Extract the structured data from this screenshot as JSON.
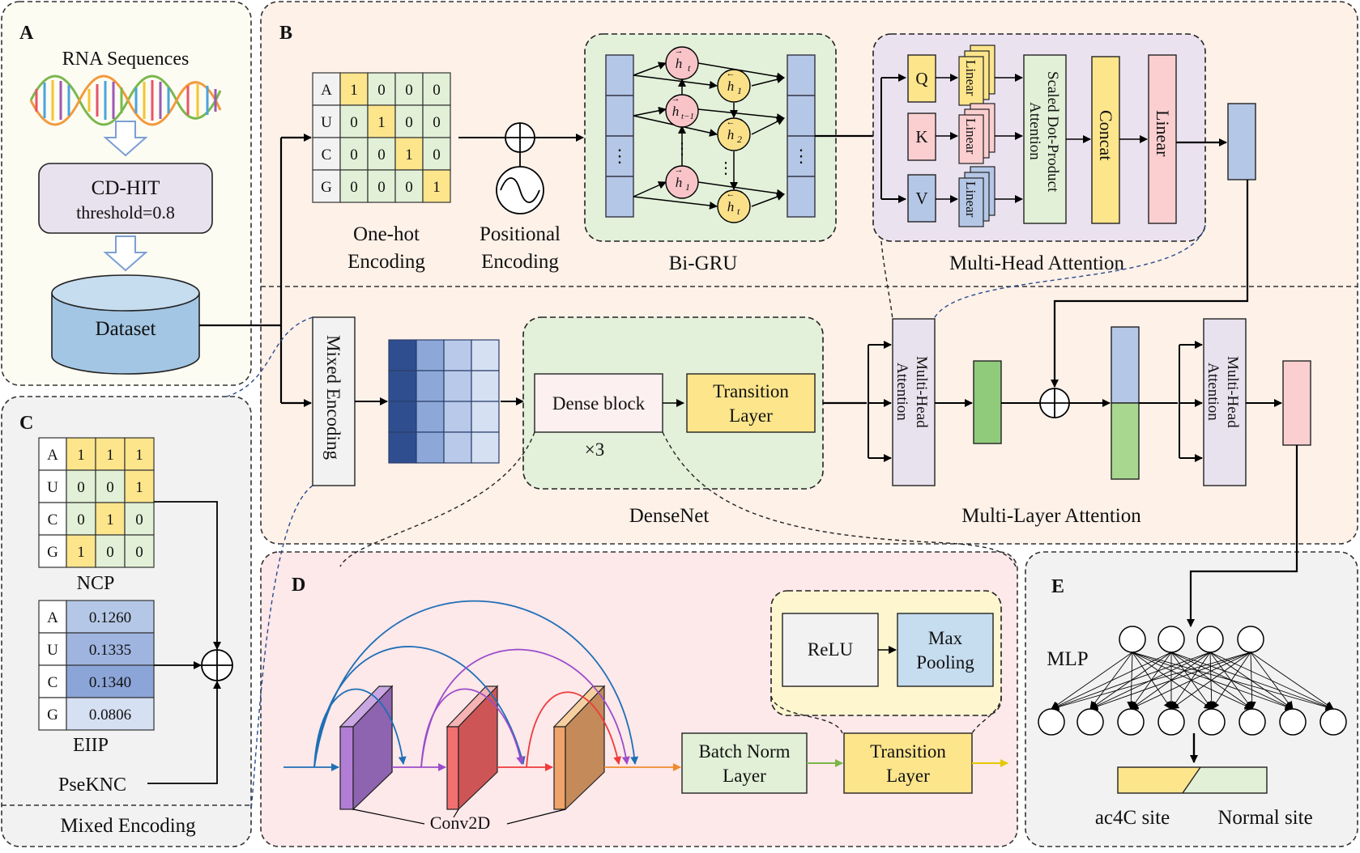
{
  "panels": {
    "a": {
      "letter": "A",
      "rna_title": "RNA Sequences",
      "cdhit_title": "CD-HIT",
      "cdhit_threshold": "threshold=0.8",
      "dataset": "Dataset"
    },
    "b": {
      "letter": "B",
      "onehot_label1": "One-hot",
      "onehot_label2": "Encoding",
      "positional_label1": "Positional",
      "positional_label2": "Encoding",
      "bigru_label": "Bi-GRU",
      "mha_label": "Multi-Head Attention",
      "mixed_encoding_box": "Mixed Encoding",
      "dense_block": "Dense block",
      "times3": "×3",
      "transition_layer1": "Transition",
      "transition_layer2": "Layer",
      "densenet_label": "DenseNet",
      "mla_label": "Multi-Layer Attention",
      "mha_box1": "Multi-Head",
      "mha_box2": "Attention",
      "q": "Q",
      "k": "K",
      "v": "V",
      "linear": "Linear",
      "sdpa1": "Scaled Dot-Product",
      "sdpa2": "Attention",
      "concat": "Concat"
    },
    "c": {
      "letter": "C",
      "ncp": "NCP",
      "eiip": "EIIP",
      "pseknc": "PseKNC",
      "footer": "Mixed Encoding"
    },
    "d": {
      "letter": "D",
      "relu": "ReLU",
      "maxpool1": "Max",
      "maxpool2": "Pooling",
      "batchnorm1": "Batch Norm",
      "batchnorm2": "Layer",
      "transition1": "Transition",
      "transition2": "Layer",
      "conv2d": "Conv2D"
    },
    "e": {
      "letter": "E",
      "mlp": "MLP",
      "ac4c": "ac4C site",
      "normal": "Normal site"
    }
  },
  "onehot": {
    "rows": [
      "A",
      "U",
      "C",
      "G"
    ],
    "values": [
      [
        "1",
        "0",
        "0",
        "0"
      ],
      [
        "0",
        "1",
        "0",
        "0"
      ],
      [
        "0",
        "0",
        "1",
        "0"
      ],
      [
        "0",
        "0",
        "0",
        "1"
      ]
    ]
  },
  "ncp": {
    "rows": [
      "A",
      "U",
      "C",
      "G"
    ],
    "values": [
      [
        "1",
        "1",
        "1"
      ],
      [
        "0",
        "0",
        "1"
      ],
      [
        "0",
        "1",
        "0"
      ],
      [
        "1",
        "0",
        "0"
      ]
    ]
  },
  "eiip": {
    "rows": [
      "A",
      "U",
      "C",
      "G"
    ],
    "values": [
      "0.1260",
      "0.1335",
      "0.1340",
      "0.0806"
    ]
  },
  "gru_symbols": {
    "ht": "h",
    "ht_fwd_sub": "t",
    "h1_fwd_sub": "1",
    "h1_bwd_sub": "1",
    "h2_bwd_sub": "2",
    "htm1_sub": "t−1",
    "ht_bwd_sub": "t"
  },
  "colors": {
    "panel_a_bg": "#fdfcf3",
    "panel_b_bg": "#fdf1e8",
    "panel_c_bg": "#f2f2f2",
    "panel_d_bg": "#fde8ea",
    "panel_e_bg": "#f2f2f2",
    "yellow": "#fde58c",
    "green_cell": "#e1f0d6",
    "blue": "#b5c7e6",
    "pink": "#fbcfd0",
    "lavender": "#e8e1ee",
    "purple_bg": "#ebe2f0"
  }
}
